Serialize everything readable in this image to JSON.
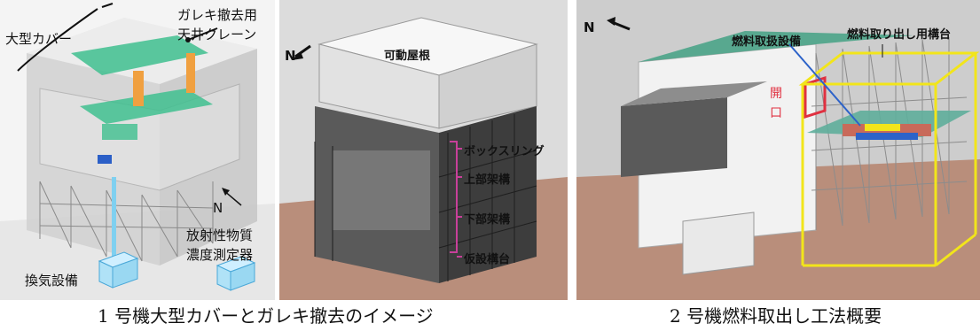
{
  "panel1": {
    "label_large_cover": "大型カバー",
    "label_crane_line1": "ガレキ撤去用",
    "label_crane_line2": "天井クレーン",
    "label_north": "N",
    "label_monitor_line1": "放射性物質",
    "label_monitor_line2": "濃度測定器",
    "label_ventilation": "換気設備"
  },
  "panel2": {
    "label_north": "N",
    "label_movable_roof": "可動屋根",
    "label_box_ring": "ボックスリング",
    "label_upper_frame": "上部架構",
    "label_lower_frame": "下部架構",
    "label_temp_platform": "仮設構台"
  },
  "panel3": {
    "label_north": "N",
    "label_fuel_handling": "燃料取扱設備",
    "label_fuel_platform": "燃料取り出し用構台",
    "label_opening": "開口"
  },
  "captions": {
    "left": "1 号機大型カバーとガレキ撤去のイメージ",
    "right": "2 号機燃料取出し工法概要"
  },
  "colors": {
    "crane_green": "#3fbf8f",
    "frame_pink": "#c8409a",
    "box_yellow": "#f2e51a",
    "opening_red": "#e03040",
    "vent_blue": "#7fd0f0",
    "ground_brown": "#b98e7b"
  }
}
